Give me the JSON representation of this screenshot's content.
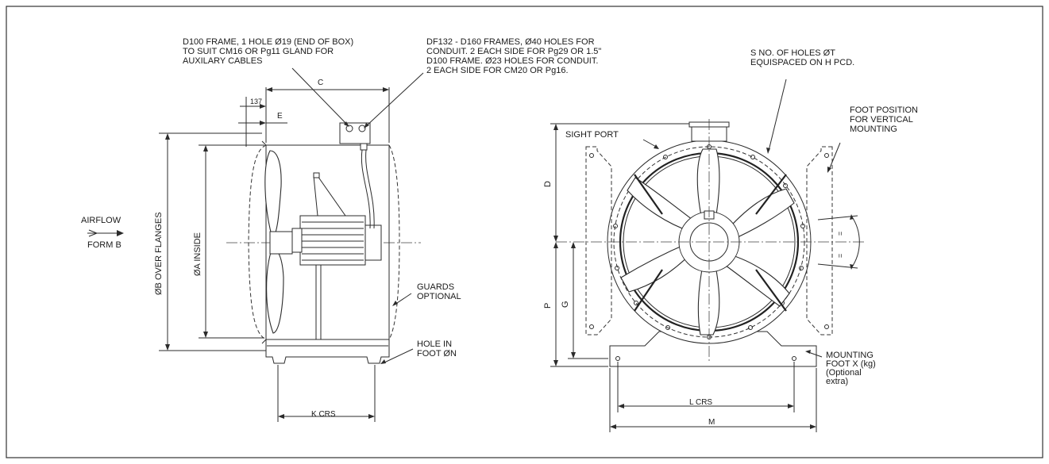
{
  "notes": {
    "d100_hole": "D100 FRAME, 1 HOLE Ø19 (END OF BOX)\nTO SUIT CM16 OR Pg11 GLAND FOR\nAUXILARY CABLES",
    "df132_holes": "DF132 - D160 FRAMES, Ø40 HOLES FOR\nCONDUIT. 2 EACH SIDE FOR Pg29 OR 1.5\"\nD100 FRAME. Ø23 HOLES FOR CONDUIT.\n2 EACH SIDE FOR CM20 OR Pg16.",
    "s_holes": "S NO. OF HOLES ØT\nEQUISPACED ON H PCD.",
    "foot_position": "FOOT POSITION\nFOR VERTICAL\nMOUNTING",
    "sight_port": "SIGHT PORT",
    "airflow": "AIRFLOW",
    "form_b": "FORM B",
    "guards": "GUARDS\nOPTIONAL",
    "hole_in_foot": "HOLE IN\nFOOT ØN",
    "mounting_foot": "MOUNTING\nFOOT X (kg)\n(Optional\nextra)"
  },
  "dimensions": {
    "c": "C",
    "e": "E",
    "v137": "137",
    "b": "ØB OVER FLANGES",
    "a": "ØA INSIDE",
    "k": "K CRS",
    "d": "D",
    "p": "P",
    "g": "G",
    "l": "L CRS",
    "m": "M",
    "eq_upper": "=",
    "eq_lower": "="
  },
  "colors": {
    "line": "#2b2b2b",
    "background": "#ffffff",
    "frame": "#333333"
  }
}
